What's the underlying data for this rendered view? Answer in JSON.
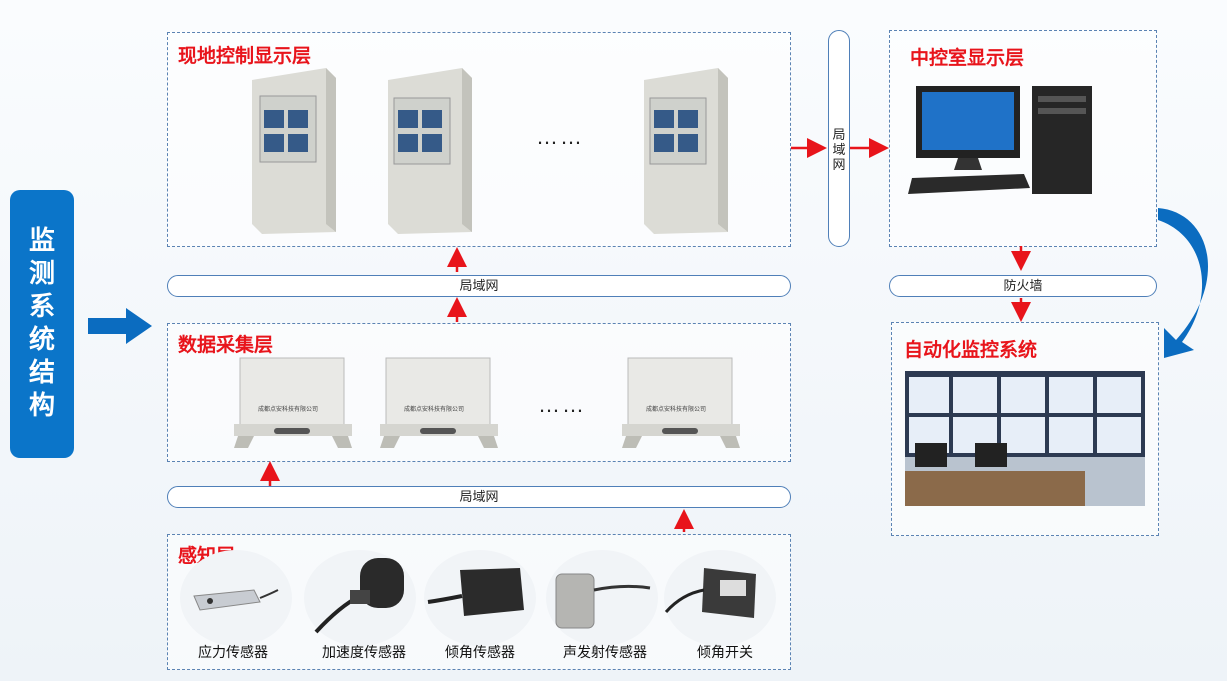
{
  "sidebar": {
    "title": "监测系统结构"
  },
  "layers": {
    "field": {
      "title": "现地控制显示层",
      "ellipsis": "……"
    },
    "central": {
      "title": "中控室显示层"
    },
    "acquisition": {
      "title": "数据采集层",
      "ellipsis": "……",
      "box_text": "成都点安科技有限公司"
    },
    "automation": {
      "title": "自动化监控系统"
    },
    "sensing": {
      "title": "感知层",
      "sensors": [
        "应力传感器",
        "加速度传感器",
        "倾角传感器",
        "声发射传感器",
        "倾角开关"
      ]
    }
  },
  "networks": {
    "lan_vertical": "局域网",
    "lan_top": "局域网",
    "lan_bottom": "局域网",
    "firewall": "防火墙"
  },
  "colors": {
    "accent_red": "#e8141b",
    "sidebar_blue": "#0b75c9",
    "arrow_blue": "#0b6cc0"
  }
}
